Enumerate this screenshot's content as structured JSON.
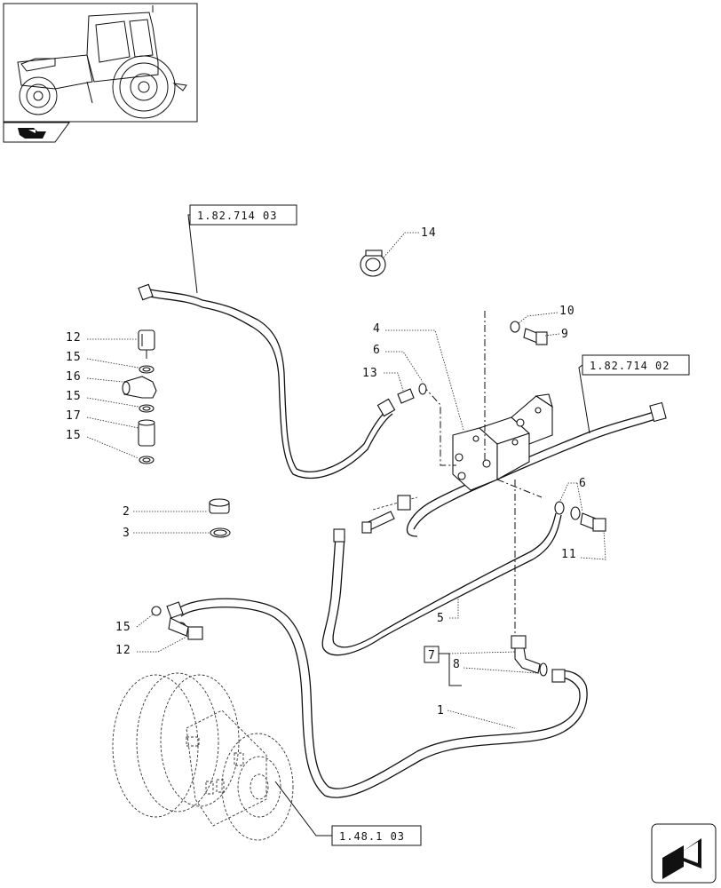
{
  "references": {
    "ref_top_left": "1.82.714 03",
    "ref_right": "1.82.714 02",
    "ref_bottom": "1.48.1 03"
  },
  "callouts": {
    "c1": "1",
    "c2": "2",
    "c3": "3",
    "c4": "4",
    "c5": "5",
    "c6a": "6",
    "c6b": "6",
    "c7": "7",
    "c8": "8",
    "c9": "9",
    "c10": "10",
    "c11": "11",
    "c12a": "12",
    "c12b": "12",
    "c13": "13",
    "c14": "14",
    "c15a": "15",
    "c15b": "15",
    "c15c": "15",
    "c15d": "15",
    "c16": "16",
    "c17": "17"
  },
  "icons": {
    "thumbnail": "tractor-icon",
    "section_badge": "book-arrow-icon",
    "nav": "next-page-arrow-icon"
  }
}
